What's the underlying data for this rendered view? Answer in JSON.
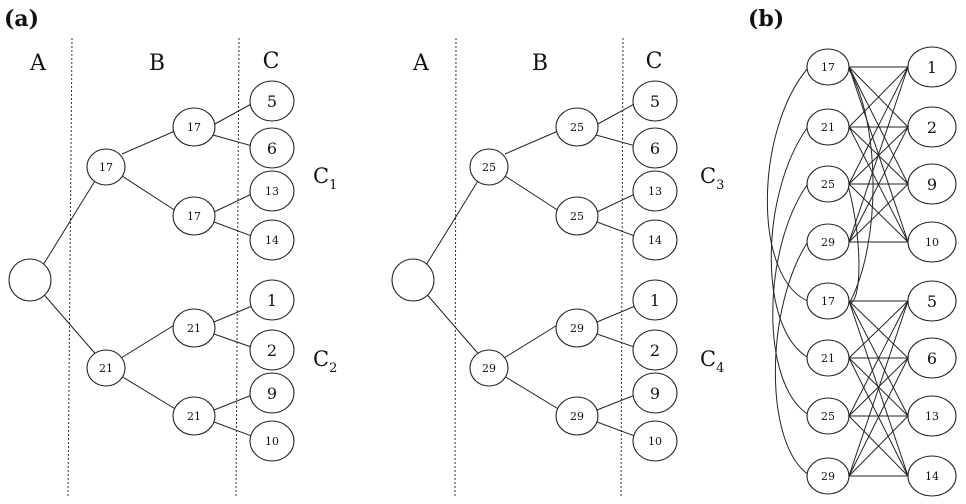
{
  "panel_labels": {
    "a": "(a)",
    "b": "(b)"
  },
  "columns": {
    "A": "A",
    "B": "B",
    "C": "C"
  },
  "tree1": {
    "b1": "17",
    "b2": "21",
    "b11": "17",
    "b12": "17",
    "b21": "21",
    "b22": "21",
    "leaves": [
      "5",
      "6",
      "13",
      "14",
      "1",
      "2",
      "9",
      "10"
    ],
    "group_top": {
      "main": "C",
      "sub": "1"
    },
    "group_bottom": {
      "main": "C",
      "sub": "2"
    }
  },
  "tree2": {
    "b1": "25",
    "b2": "29",
    "b11": "25",
    "b12": "25",
    "b21": "29",
    "b22": "29",
    "leaves": [
      "5",
      "6",
      "13",
      "14",
      "1",
      "2",
      "9",
      "10"
    ],
    "group_top": {
      "main": "C",
      "sub": "3"
    },
    "group_bottom": {
      "main": "C",
      "sub": "4"
    }
  },
  "bipartite": {
    "left": [
      "17",
      "21",
      "25",
      "29",
      "17",
      "21",
      "25",
      "29"
    ],
    "right": [
      "1",
      "2",
      "9",
      "10",
      "5",
      "6",
      "13",
      "14"
    ]
  }
}
